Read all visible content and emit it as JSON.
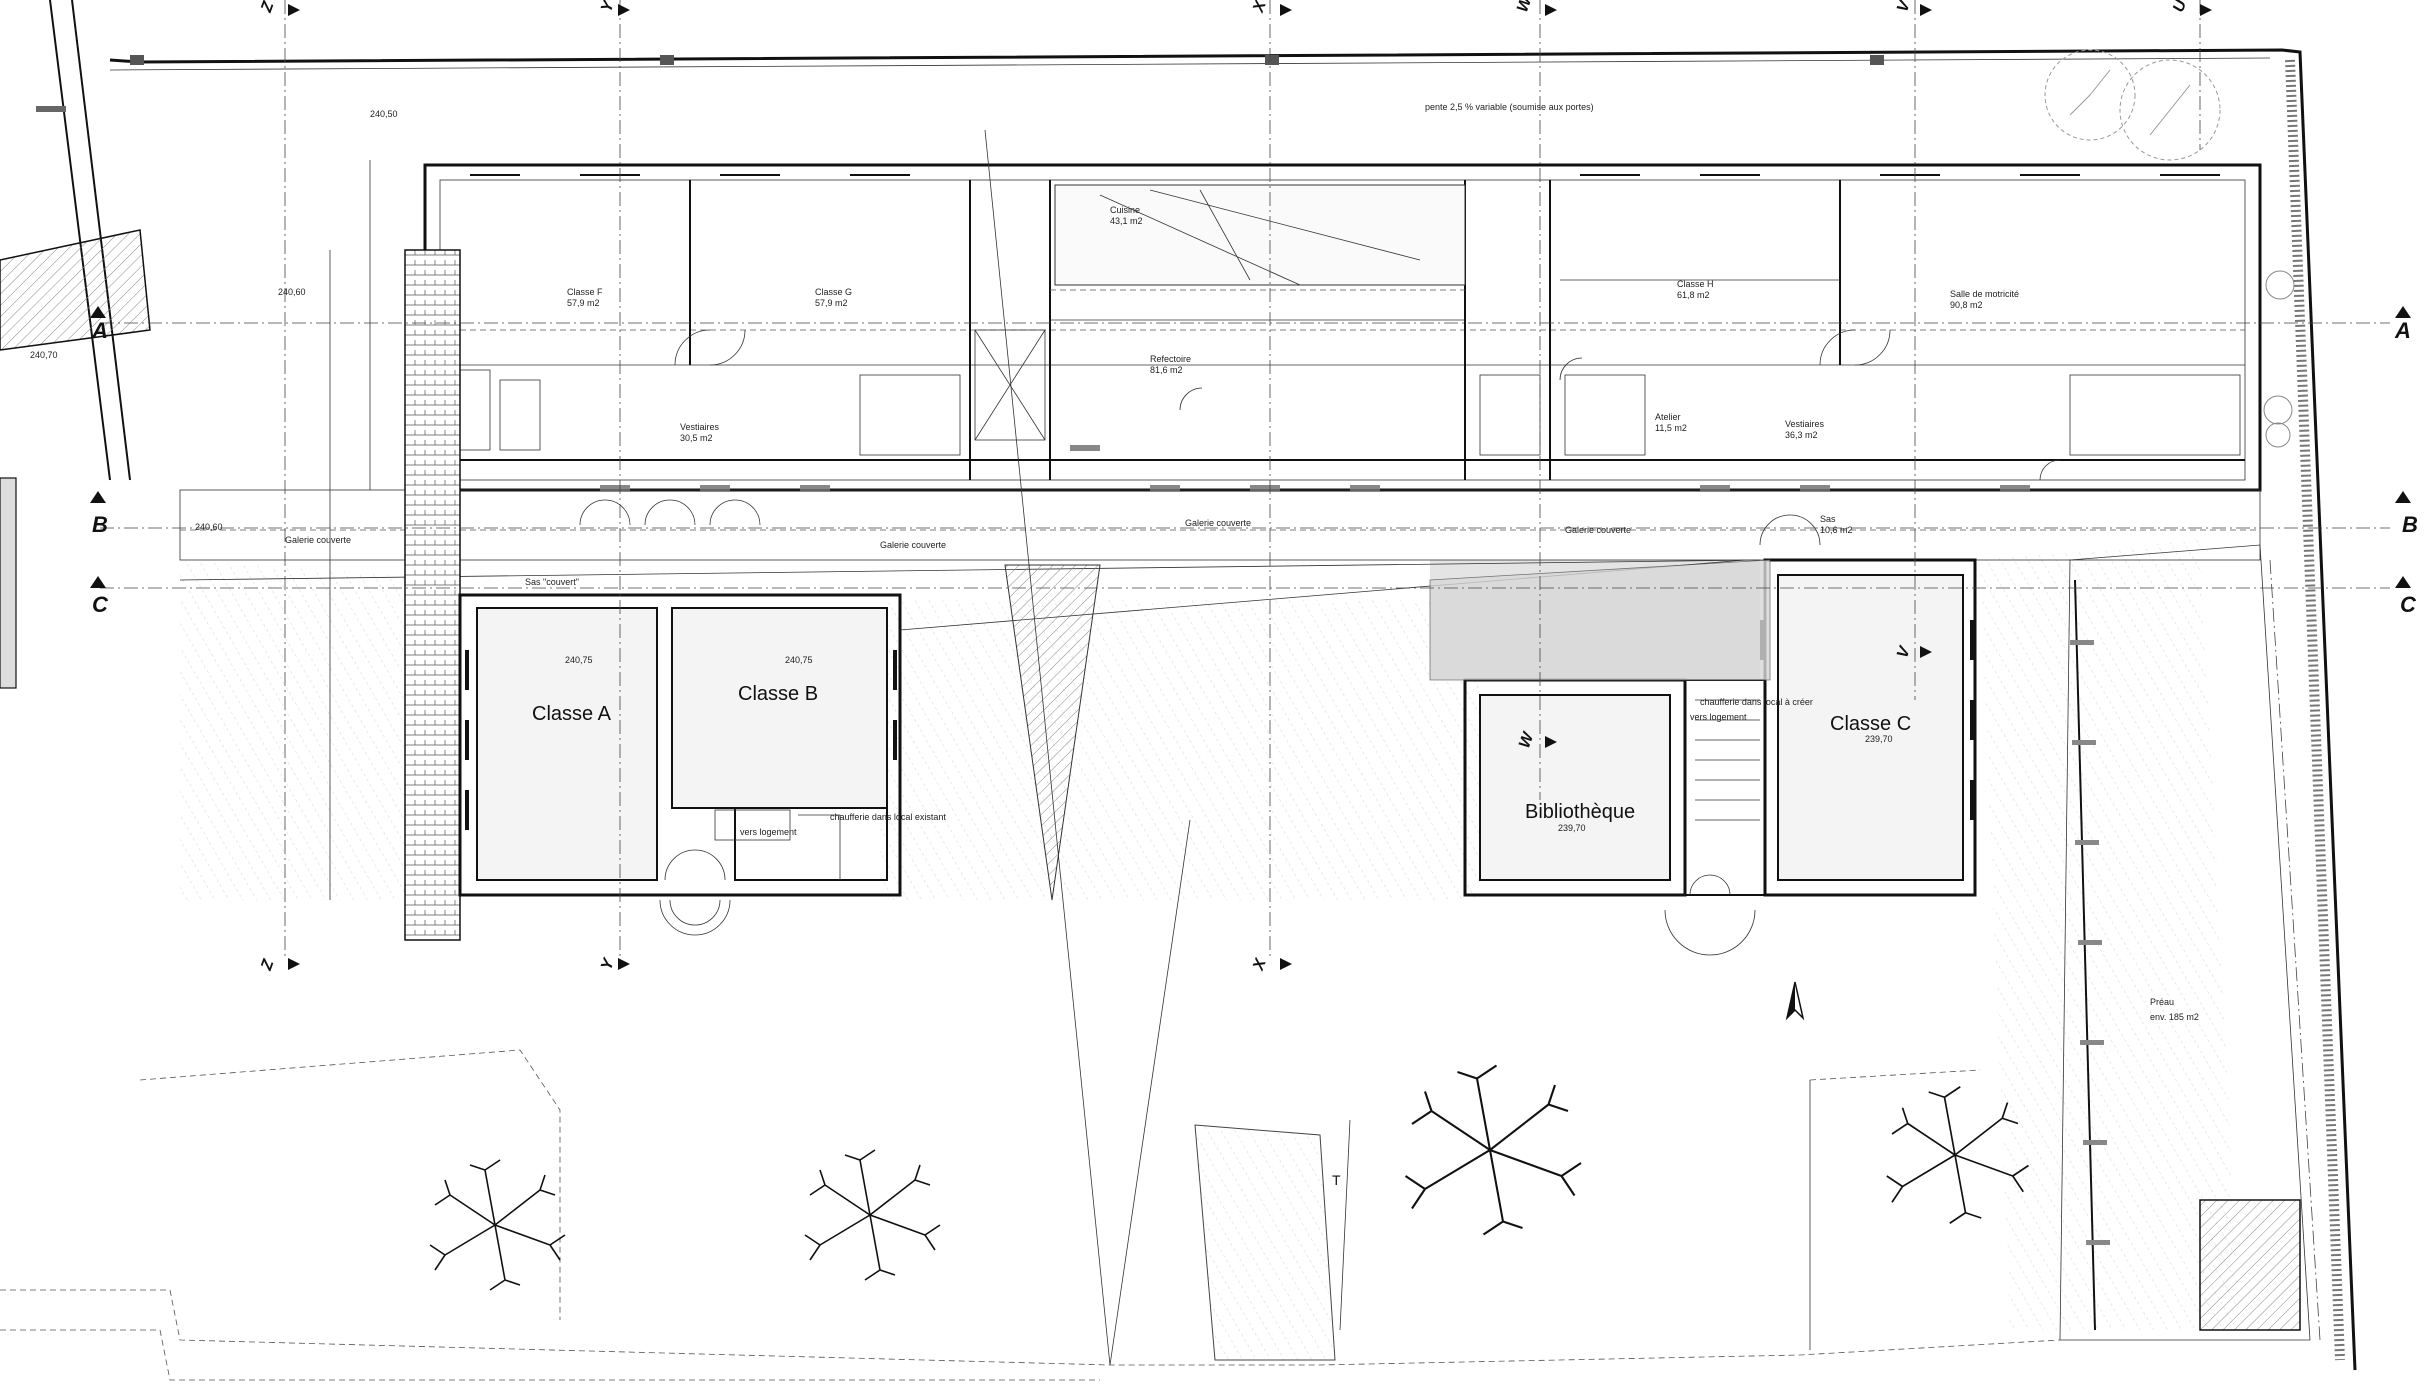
{
  "rooms": {
    "classe_a": "Classe A",
    "classe_a_level": "240,75",
    "classe_b": "Classe B",
    "classe_b_level": "240,75",
    "classe_c": "Classe C",
    "classe_c_level": "239,70",
    "bibliotheque": "Bibliothèque",
    "bibliotheque_level": "239,70",
    "classe_f": "Classe F",
    "classe_f_area": "57,9 m2",
    "classe_g": "Classe G",
    "classe_g_area": "57,9 m2",
    "classe_h": "Classe H",
    "classe_h_area": "61,8 m2",
    "salle_motricite": "Salle de motricité",
    "salle_motricite_area": "90,8 m2",
    "refectoire": "Refectoire",
    "refectoire_area": "81,6 m2",
    "vestiaires_1": "Vestiaires",
    "vestiaires_1_area": "30,5 m2",
    "vestiaires_2": "Vestiaires",
    "vestiaires_2_area": "36,3 m2",
    "atelier": "Atelier",
    "atelier_area": "11,5 m2",
    "cuisine": "Cuisine",
    "cuisine_area": "43,1 m2",
    "sas": "Sas",
    "sas_area": "10,6 m2",
    "preau": "Préau",
    "preau_area": "env. 185 m2"
  },
  "annotations": {
    "galerie_1": "Galerie couverte",
    "galerie_2": "Galerie couverte",
    "galerie_3": "Galerie couverte",
    "galerie_4": "Galerie couverte",
    "sas_couvert": "Sas \"couvert\"",
    "pente": "pente 2,5 % variable (soumise aux portes)",
    "level_top": "240,50",
    "level_left": "240,60",
    "level_left2": "240,70",
    "level_b": "240,60",
    "chaufferie_1": "chaufferie dans local existant",
    "vers_logement_1": "vers logement",
    "chaufferie_2": "chaufferie dans local à créer",
    "vers_logement_2": "vers logement",
    "t_mark": "T"
  },
  "section_marks": {
    "a_left": "A",
    "a_right": "A",
    "b_left": "B",
    "b_right": "B",
    "c_left": "C",
    "c_right": "C"
  },
  "axis_marks": {
    "z_top": "Z",
    "y_top": "Y",
    "x_top": "X",
    "w_top": "W",
    "v_top": "V",
    "u_top": "U",
    "z_bot": "Z",
    "y_bot": "Y",
    "x_bot": "X",
    "w_mid": "W",
    "v_mid": "V"
  },
  "colors": {
    "ink": "#111111",
    "hatch": "#888888",
    "shade": "#d8d8d8"
  }
}
